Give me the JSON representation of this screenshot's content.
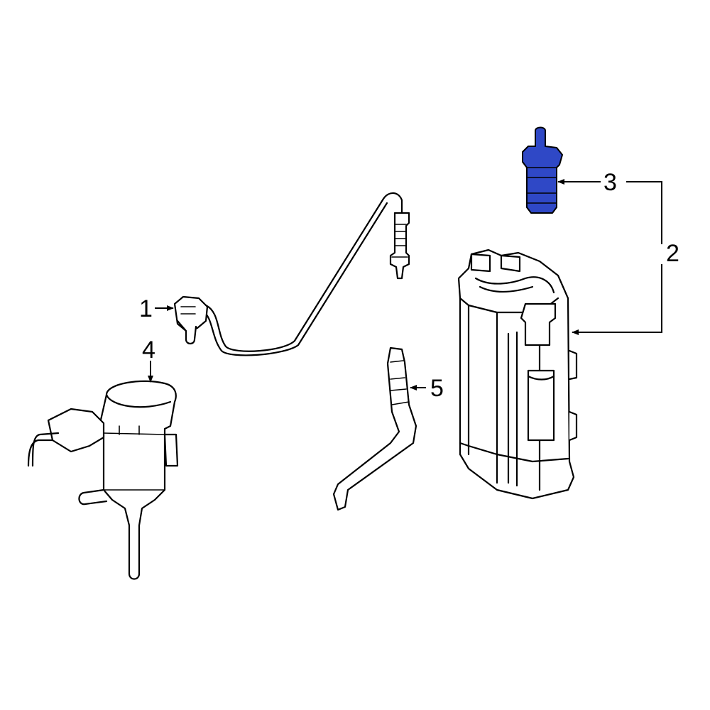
{
  "callouts": {
    "c1": "1",
    "c2": "2",
    "c3": "3",
    "c4": "4",
    "c5": "5"
  },
  "colors": {
    "highlight": "#2f48c6",
    "line": "#000000",
    "background": "#ffffff"
  }
}
